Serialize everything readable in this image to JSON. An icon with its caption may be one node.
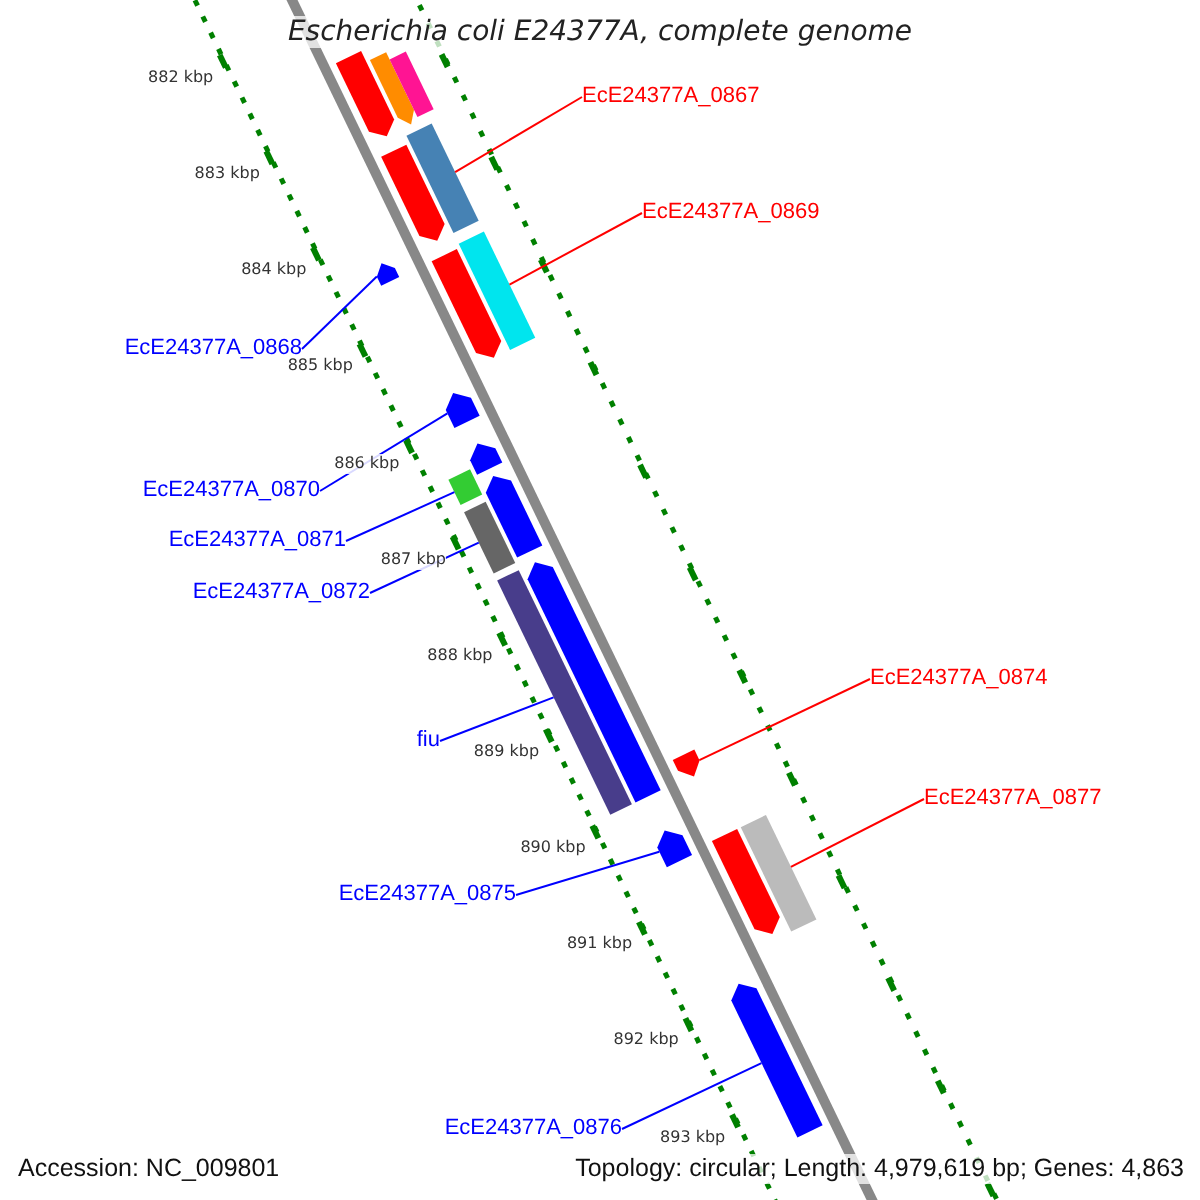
{
  "diagram": {
    "title": "Escherichia coli E24377A, complete genome",
    "nodes": [
      {
        "text": [
          "EcE24377A_0867"
        ]
      },
      {
        "text": [
          "EcE24377A_0869"
        ]
      },
      {
        "text": [
          "EcE24377A_0868"
        ]
      },
      {
        "text": [
          "EcE24377A_0870"
        ]
      },
      {
        "text": [
          "EcE24377A_0871"
        ]
      },
      {
        "text": [
          "EcE24377A_0872"
        ]
      },
      {
        "text": [
          "EcE24377A_0874"
        ]
      },
      {
        "text": [
          "fiu"
        ]
      },
      {
        "text": [
          "EcE24377A_0877"
        ]
      },
      {
        "text": [
          "EcE24377A_0875"
        ]
      },
      {
        "text": [
          "EcE24377A_0876"
        ]
      },
      {
        "text": [],
        "shape": "bar"
      },
      {
        "text": [],
        "shape": "bar"
      },
      {
        "text": [],
        "shape": "bar"
      },
      {
        "text": [],
        "shape": "bar"
      },
      {
        "text": [],
        "shape": "bar"
      },
      {
        "text": [],
        "shape": "bar"
      },
      {
        "text": [],
        "shape": "bar"
      },
      {
        "text": [],
        "shape": "bar"
      },
      {
        "text": [],
        "shape": "bar"
      },
      {
        "text": [],
        "shape": "bar"
      },
      {
        "text": [],
        "shape": "bar"
      },
      {
        "text": [],
        "shape": "bar"
      },
      {
        "text": [],
        "shape": "bar"
      },
      {
        "text": [],
        "shape": "bar"
      },
      {
        "text": [],
        "shape": "bar"
      },
      {
        "text": [],
        "shape": "bar"
      },
      {
        "text": [],
        "shape": "bar"
      },
      {
        "text": [],
        "shape": "bar"
      },
      {
        "text": [],
        "shape": "bar"
      },
      {
        "text": [],
        "shape": "bar"
      }
    ],
    "edges": [
      {
        "from": 0,
        "to": 14,
        "arrow": "none",
        "color": "#ff0000"
      },
      {
        "from": 1,
        "to": 17,
        "arrow": "none",
        "color": "#ff0000"
      },
      {
        "from": 2,
        "to": 16,
        "arrow": "none"
      },
      {
        "from": 3,
        "to": 19,
        "arrow": "none"
      },
      {
        "from": 4,
        "to": 21,
        "arrow": "none"
      },
      {
        "from": 5,
        "to": 23,
        "arrow": "none"
      },
      {
        "from": 6,
        "to": 26,
        "arrow": "none",
        "color": "#ff0000"
      },
      {
        "from": 7,
        "to": 24,
        "arrow": "none"
      },
      {
        "from": 8,
        "to": 28,
        "arrow": "none",
        "color": "#ff0000"
      },
      {
        "from": 9,
        "to": 27,
        "arrow": "none"
      },
      {
        "from": 10,
        "to": 30,
        "arrow": "none"
      }
    ],
    "labels": [
      "882 kbp",
      "883 kbp",
      "884 kbp",
      "885 kbp",
      "886 kbp",
      "887 kbp",
      "888 kbp",
      "889 kbp",
      "890 kbp",
      "891 kbp",
      "892 kbp",
      "893 kbp",
      "Accession: NC_009801",
      "Topology: circular; Length: 4,979,619 bp; Genes: 4,863"
    ]
  }
}
